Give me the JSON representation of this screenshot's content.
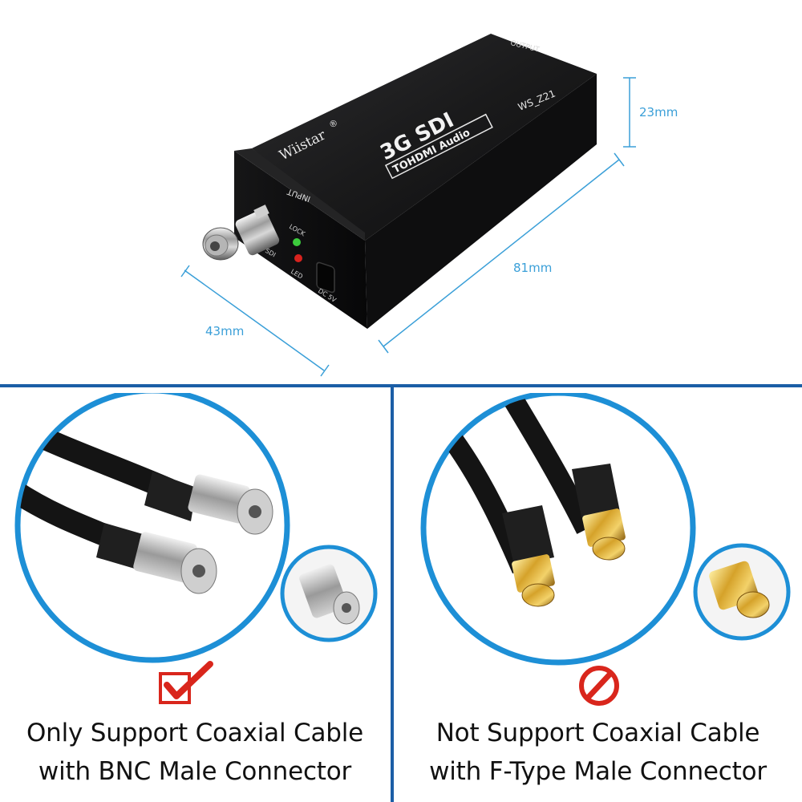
{
  "product": {
    "brand": "Wiistar",
    "registered": "®",
    "model_line1": "3G SDI",
    "model_line2": "TOHDMI Audio",
    "model_code": "WS_Z21",
    "output_label": "OUTPUT",
    "input_label": "INPUT",
    "lock_label": "LOCK",
    "led_label": "LED",
    "sdi_label": "SDI",
    "dc_label": "DC 5V"
  },
  "dimensions": {
    "height": "23mm",
    "length": "81mm",
    "width": "43mm"
  },
  "panels": {
    "left": {
      "line1": "Only Support Coaxial Cable",
      "line2": "with BNC Male Connector",
      "mark": "check-mark-icon"
    },
    "right": {
      "line1": "Not Support Coaxial Cable",
      "line2": "with F-Type Male Connector",
      "mark": "prohibited-icon"
    }
  },
  "colors": {
    "frame": "#1b5ea6",
    "dimension": "#3a9fd8",
    "circle": "#1d8fd6",
    "mark_red": "#d9261c"
  }
}
